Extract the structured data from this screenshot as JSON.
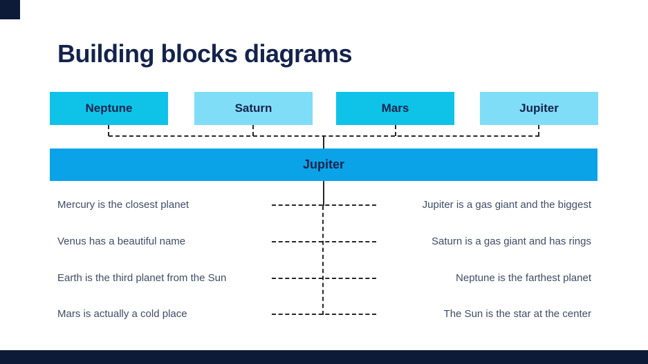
{
  "slide": {
    "title": "Building blocks diagrams",
    "top_boxes": [
      {
        "label": "Neptune",
        "variant": "cyan"
      },
      {
        "label": "Saturn",
        "variant": "light"
      },
      {
        "label": "Mars",
        "variant": "cyan"
      },
      {
        "label": "Jupiter",
        "variant": "light"
      }
    ],
    "main_bar": {
      "label": "Jupiter"
    },
    "rows": [
      {
        "left": "Mercury is the closest planet",
        "right": "Jupiter is a gas giant and the biggest"
      },
      {
        "left": "Venus has a beautiful name",
        "right": "Saturn is a gas giant and has rings"
      },
      {
        "left": "Earth is the third planet from the Sun",
        "right": "Neptune is the farthest planet"
      },
      {
        "left": "Mars is actually a cold place",
        "right": "The Sun is the star at the center"
      }
    ],
    "colors": {
      "navy": "#0d1b38",
      "title": "#14234c",
      "cyan": "#0fc3e8",
      "light_blue": "#80ddf7",
      "bar_blue": "#0aa3e8",
      "body_text": "#3f4c66",
      "line": "#26262a"
    }
  }
}
